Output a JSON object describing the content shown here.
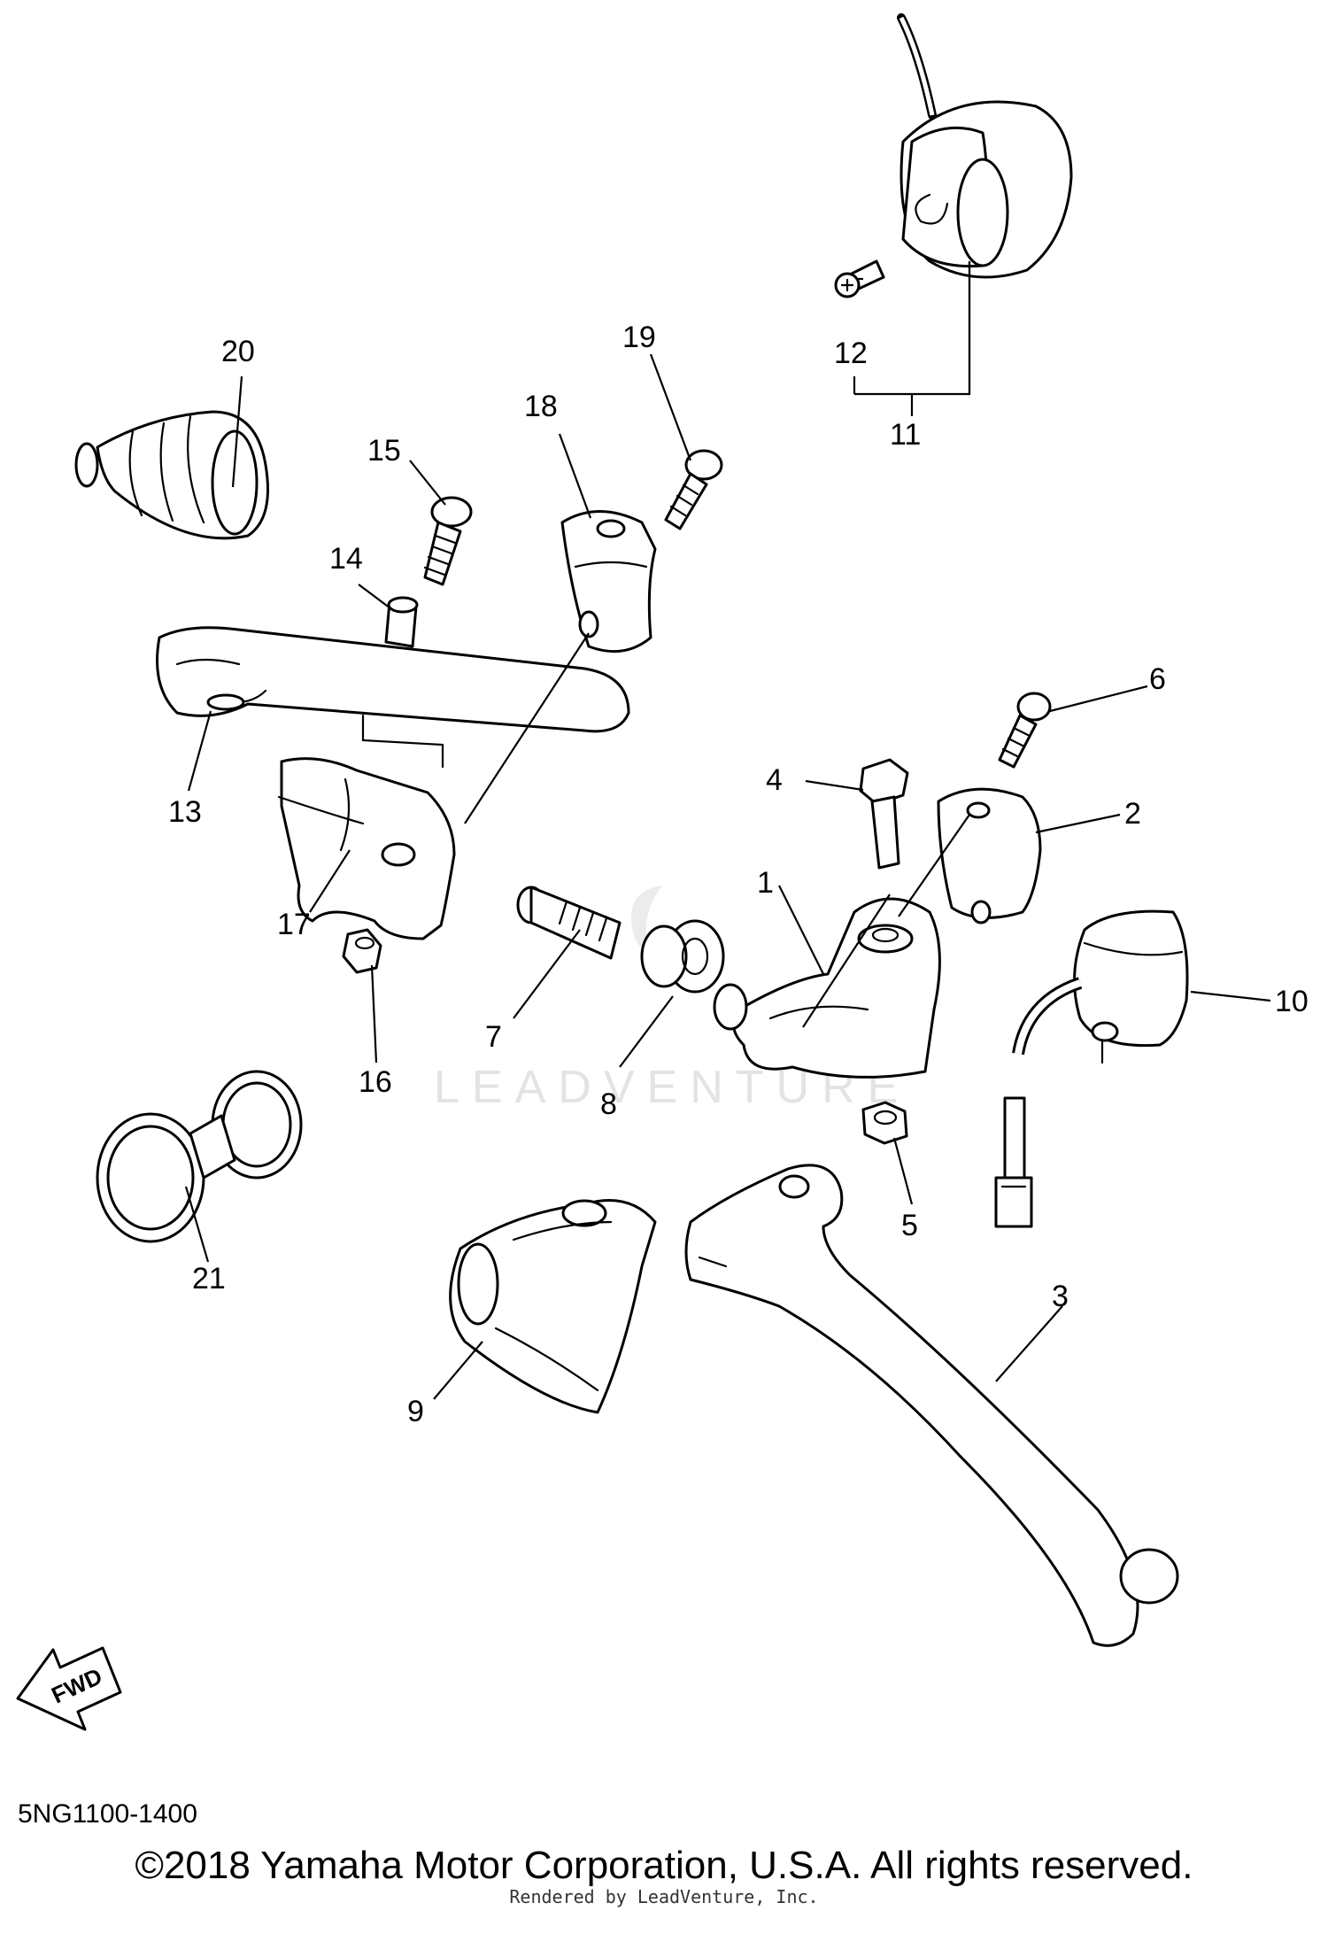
{
  "watermark": "LEADVENTURE",
  "fwd_label": "FWD",
  "diagram_code": "5NG1100-1400",
  "copyright": "©2018 Yamaha Motor Corporation, U.S.A. All rights reserved.",
  "rendered_by": "Rendered by LeadVenture, Inc.",
  "callouts": {
    "c1": "1",
    "c2": "2",
    "c3": "3",
    "c4": "4",
    "c5": "5",
    "c6": "6",
    "c7": "7",
    "c8": "8",
    "c9": "9",
    "c10": "10",
    "c11": "11",
    "c12": "12",
    "c13": "13",
    "c14": "14",
    "c15": "15",
    "c16": "16",
    "c17": "17",
    "c18": "18",
    "c19": "19",
    "c20": "20",
    "c21": "21"
  }
}
